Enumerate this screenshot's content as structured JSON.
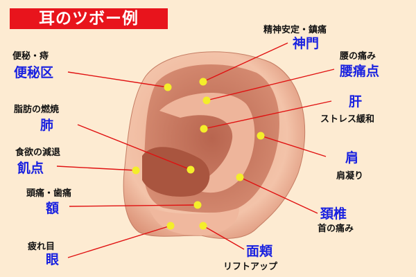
{
  "title": "耳のツボー例",
  "points": [
    {
      "effect": "便秘・痔",
      "name": "便秘区"
    },
    {
      "effect": "精神安定・鎮痛",
      "name": "神門"
    },
    {
      "effect": "腰の痛み",
      "name": "腰痛点"
    },
    {
      "effect": "ストレス緩和",
      "name": "肝"
    },
    {
      "effect": "脂肪の燃焼",
      "name": "肺"
    },
    {
      "effect": "食欲の減退",
      "name": "飢点"
    },
    {
      "effect": "肩凝り",
      "name": "肩"
    },
    {
      "effect": "頭痛・歯痛",
      "name": "額"
    },
    {
      "effect": "首の痛み",
      "name": "頚椎"
    },
    {
      "effect": "疲れ目",
      "name": "眼"
    },
    {
      "effect": "リフトアップ",
      "name": "面頬"
    }
  ],
  "colors": {
    "background": "#fdebd2",
    "title_bg": "#e8141c",
    "point_name": "#1a22e0",
    "line": "#e01010",
    "dot": "#f4ee2a"
  }
}
